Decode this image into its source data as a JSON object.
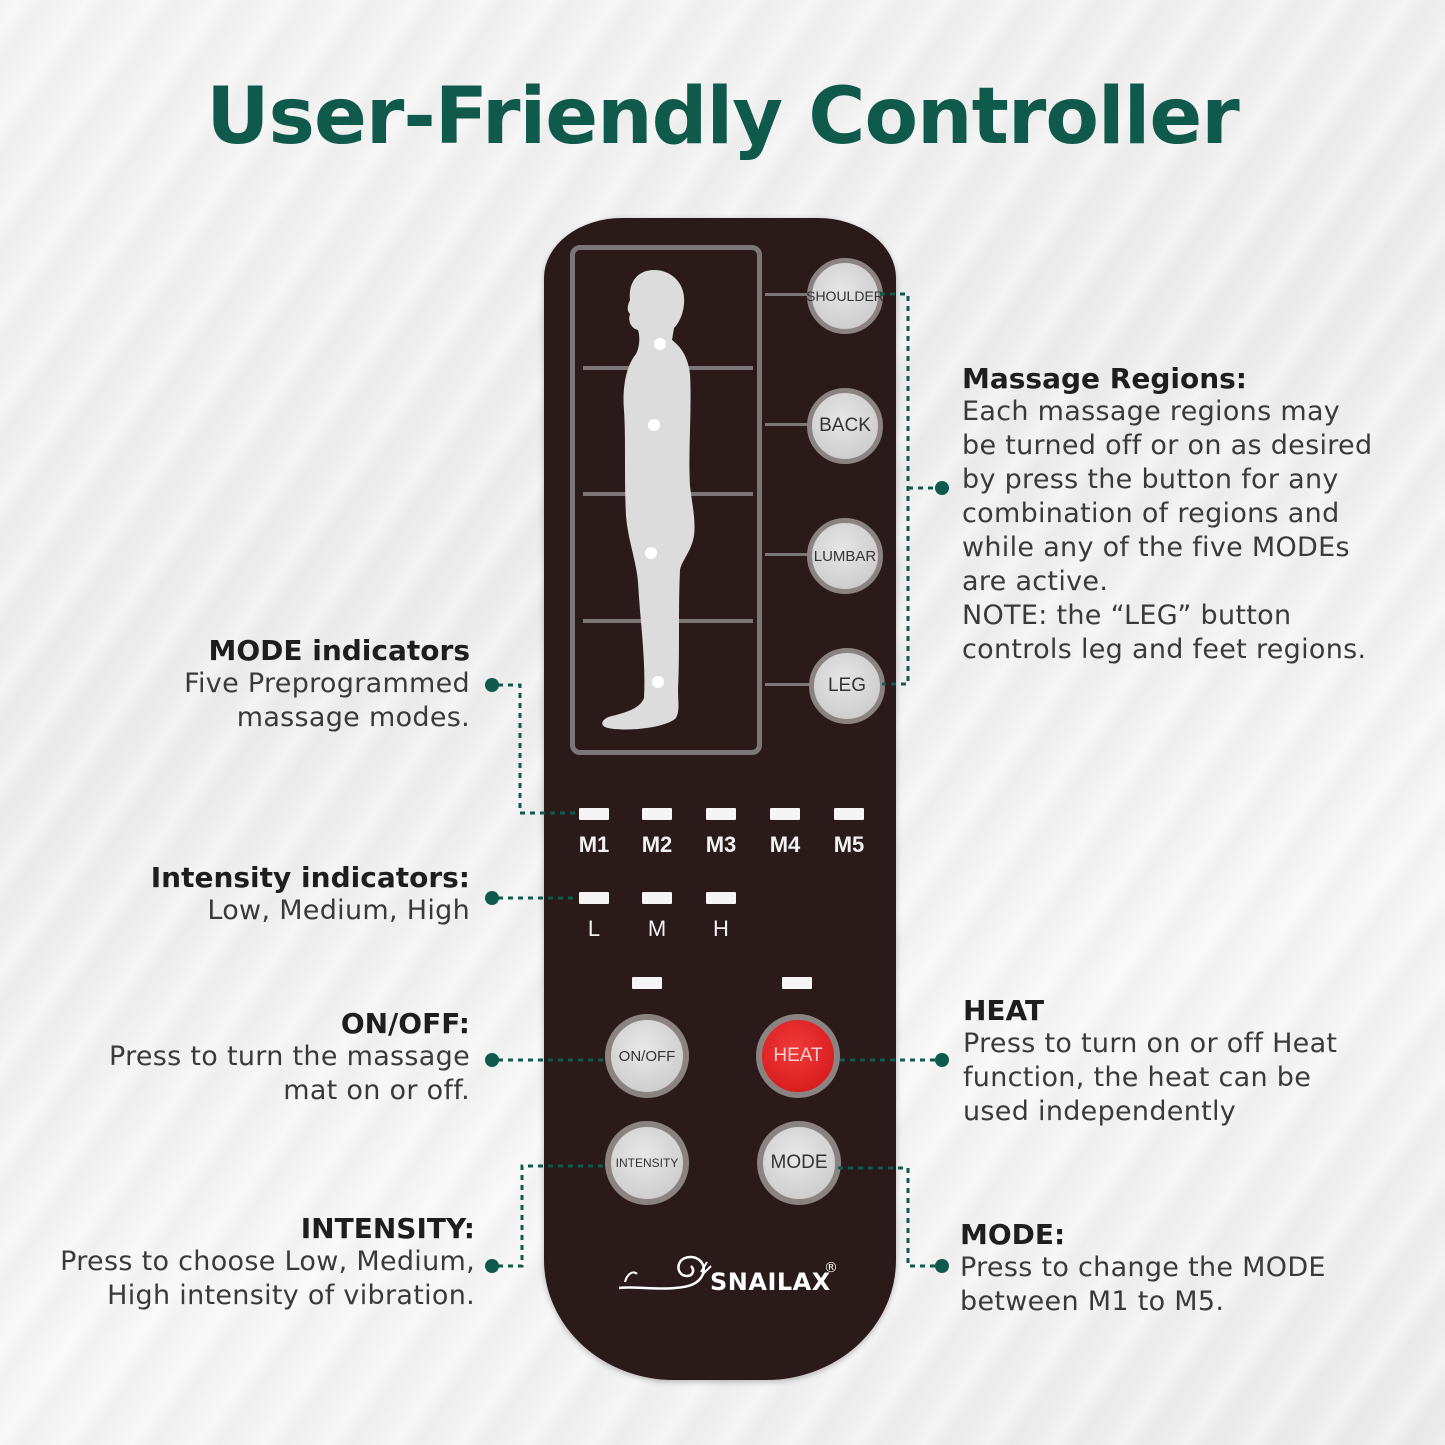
{
  "title": "User-Friendly Controller",
  "remote": {
    "region_buttons": {
      "shoulder": "SHOULDER",
      "back": "BACK",
      "lumbar": "LUMBAR",
      "leg": "LEG"
    },
    "mode_labels": [
      "M1",
      "M2",
      "M3",
      "M4",
      "M5"
    ],
    "intensity_labels": [
      "L",
      "M",
      "H"
    ],
    "buttons": {
      "on_off": "ON/OFF",
      "heat": "HEAT",
      "intensity": "INTENSITY",
      "mode": "MODE"
    },
    "brand": "SNAILAX",
    "brand_mark": "®"
  },
  "callouts": {
    "massage_regions": {
      "heading": "Massage Regions:",
      "lines": [
        "Each massage regions may",
        "be turned off or on as desired",
        "by press the button for any",
        "combination of regions and",
        "while any of the five MODEs",
        "are active.",
        "NOTE: the “LEG” button",
        "controls leg and feet regions."
      ]
    },
    "mode_indicators": {
      "heading": "MODE indicators",
      "lines": [
        "Five Preprogrammed",
        "massage modes."
      ]
    },
    "intensity_indicators": {
      "heading": "Intensity indicators:",
      "lines": [
        "Low, Medium, High"
      ]
    },
    "on_off": {
      "heading": "ON/OFF:",
      "lines": [
        "Press to turn the massage",
        "mat on or off."
      ]
    },
    "heat": {
      "heading": "HEAT",
      "lines": [
        "Press to turn on or off Heat",
        "function, the heat can be",
        "used independently"
      ]
    },
    "intensity": {
      "heading": "INTENSITY:",
      "lines": [
        "Press to choose Low, Medium,",
        "High intensity of vibration."
      ]
    },
    "mode": {
      "heading": "MODE:",
      "lines": [
        "Press to change the MODE",
        "between M1 to M5."
      ]
    }
  },
  "colors": {
    "title": "#0f5a4b",
    "remote_body": "#2a1b1a",
    "heat_button": "#d81d1d",
    "leader": "#0f5a4b"
  }
}
